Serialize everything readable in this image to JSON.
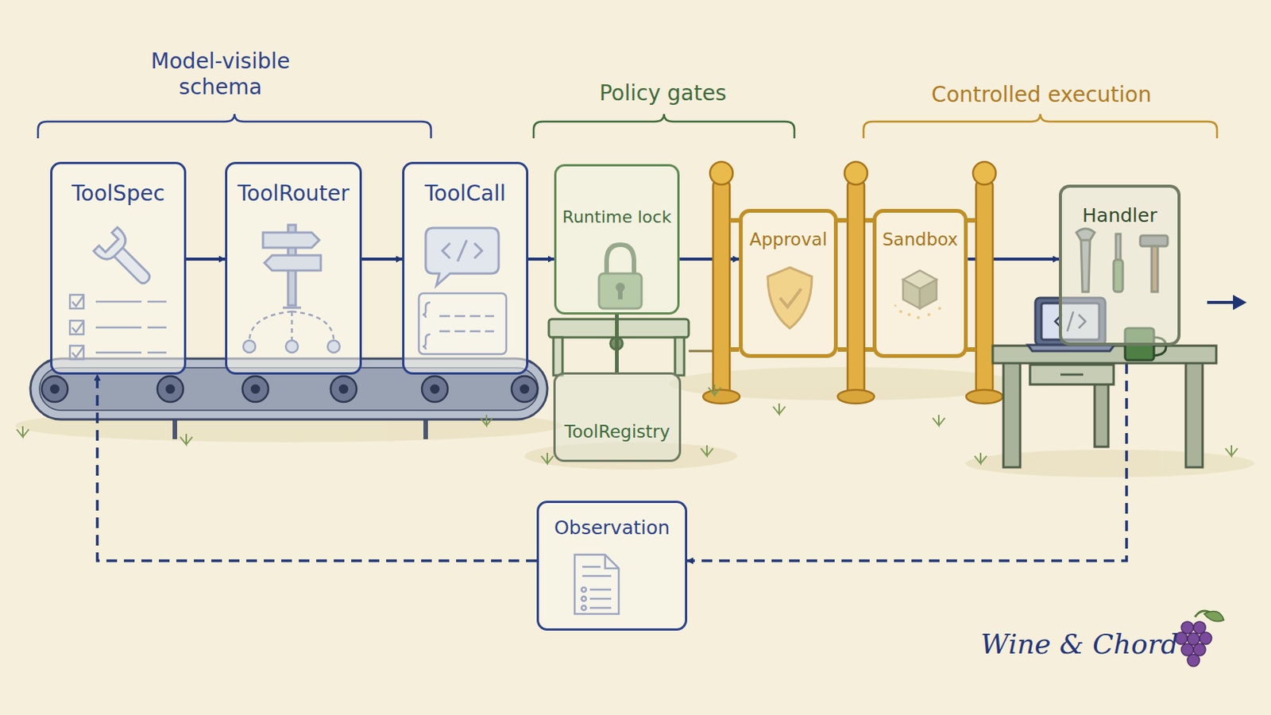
{
  "diagram": {
    "nodes": [
      {
        "text": [
          "ToolSpec"
        ]
      },
      {
        "text": [
          "ToolRouter"
        ]
      },
      {
        "text": [
          "ToolCall"
        ]
      },
      {
        "text": [
          "Runtime lock"
        ]
      },
      {
        "text": [
          "ToolRegistry"
        ]
      },
      {
        "text": [
          "Approval"
        ]
      },
      {
        "text": [
          "Sandbox"
        ]
      },
      {
        "text": [
          "Handler"
        ]
      },
      {
        "text": [
          "Observation"
        ]
      }
    ],
    "edges": [
      {
        "from": 0,
        "to": 1,
        "arrow": "to"
      },
      {
        "from": 1,
        "to": 2,
        "arrow": "to"
      },
      {
        "from": 2,
        "to": 3,
        "arrow": "to"
      },
      {
        "from": 3,
        "to": 4,
        "arrow": "none"
      },
      {
        "from": 3,
        "to": 5,
        "arrow": "to"
      },
      {
        "from": 6,
        "to": 7,
        "arrow": "to"
      },
      {
        "from": 7,
        "to": 8,
        "arrow": "to"
      },
      {
        "from": 8,
        "to": 0,
        "arrow": "to"
      }
    ],
    "labels": [
      "Model-visible schema",
      "Policy gates",
      "Controlled execution",
      "Wine & Chord"
    ]
  }
}
